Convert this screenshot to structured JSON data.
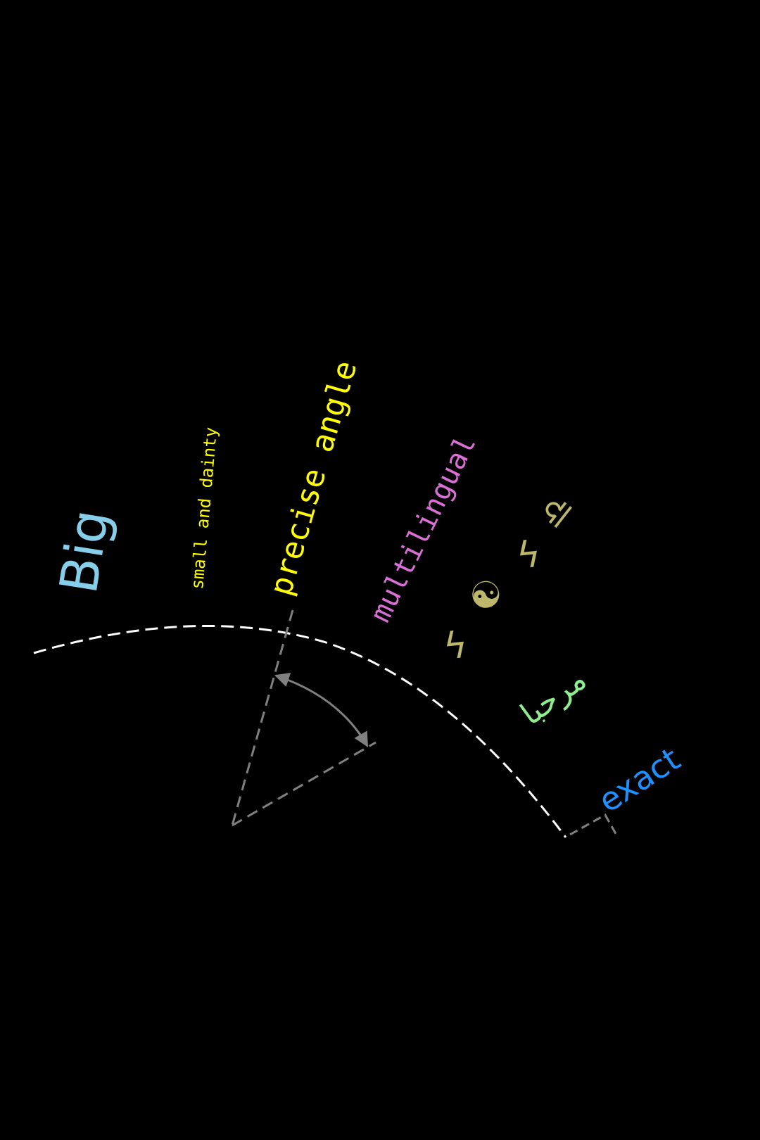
{
  "labels": {
    "big": "Big",
    "small": "small and dainty",
    "precise": "precise angle",
    "multilingual": "multilingual",
    "arabic": "مرحبا",
    "exact": "exact"
  },
  "symbols": {
    "lightning_1": "ϟ",
    "yin_yang": "☯",
    "lightning_2": "ϟ",
    "libra": "♎"
  },
  "colors": {
    "background": "#000000",
    "big": "#87ceeb",
    "small": "#ffff00",
    "precise": "#ffff00",
    "multilingual": "#da70d6",
    "symbols": "#bdb76b",
    "arabic": "#90ee90",
    "exact": "#1e90ff",
    "arc": "#ffffff",
    "guides": "#808080"
  }
}
